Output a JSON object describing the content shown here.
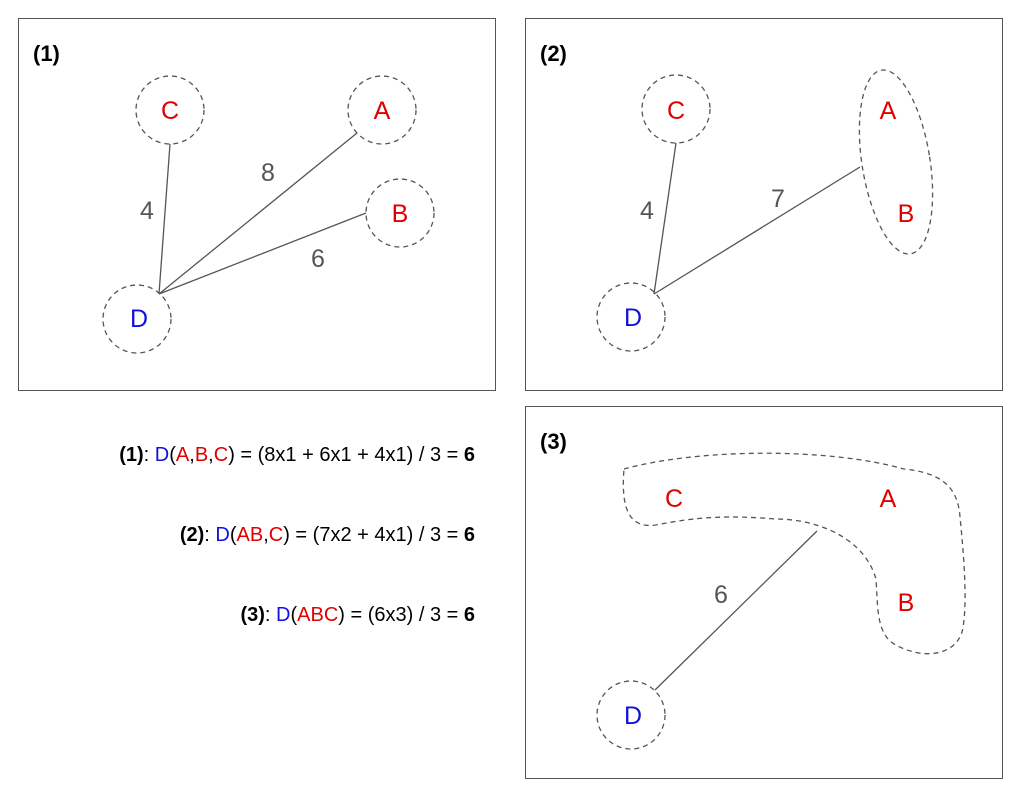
{
  "colors": {
    "target": "#e00000",
    "source": "#1010e0",
    "edge": "#555555"
  },
  "panels": [
    {
      "label": "(1)",
      "nodes": {
        "C": "C",
        "A": "A",
        "B": "B",
        "D": "D"
      },
      "edges": {
        "DC": "4",
        "DA": "8",
        "DB": "6"
      }
    },
    {
      "label": "(2)",
      "nodes": {
        "C": "C",
        "A": "A",
        "B": "B",
        "D": "D"
      },
      "edges": {
        "DC": "4",
        "DAB": "7"
      }
    },
    {
      "label": "(3)",
      "nodes": {
        "C": "C",
        "A": "A",
        "B": "B",
        "D": "D"
      },
      "edges": {
        "DABC": "6"
      }
    }
  ],
  "formulas": [
    {
      "id": "(1)",
      "colon": ":",
      "src": "D",
      "open": "(",
      "t1": "A",
      "sep1": ",",
      "t2": "B",
      "sep2": ",",
      "t3": "C",
      "rest": ") = (8x1 + 6x1 + 4x1) / 3 = ",
      "result": "6"
    },
    {
      "id": "(2)",
      "colon": ":",
      "src": "D",
      "open": "(",
      "t1": "AB",
      "sep1": ",",
      "t2": "C",
      "rest": ") = (7x2 + 4x1) / 3 = ",
      "result": "6"
    },
    {
      "id": "(3)",
      "colon": ":",
      "src": "D",
      "open": "(",
      "t1": "ABC",
      "rest": ") = (6x3) / 3 = ",
      "result": "6"
    }
  ]
}
